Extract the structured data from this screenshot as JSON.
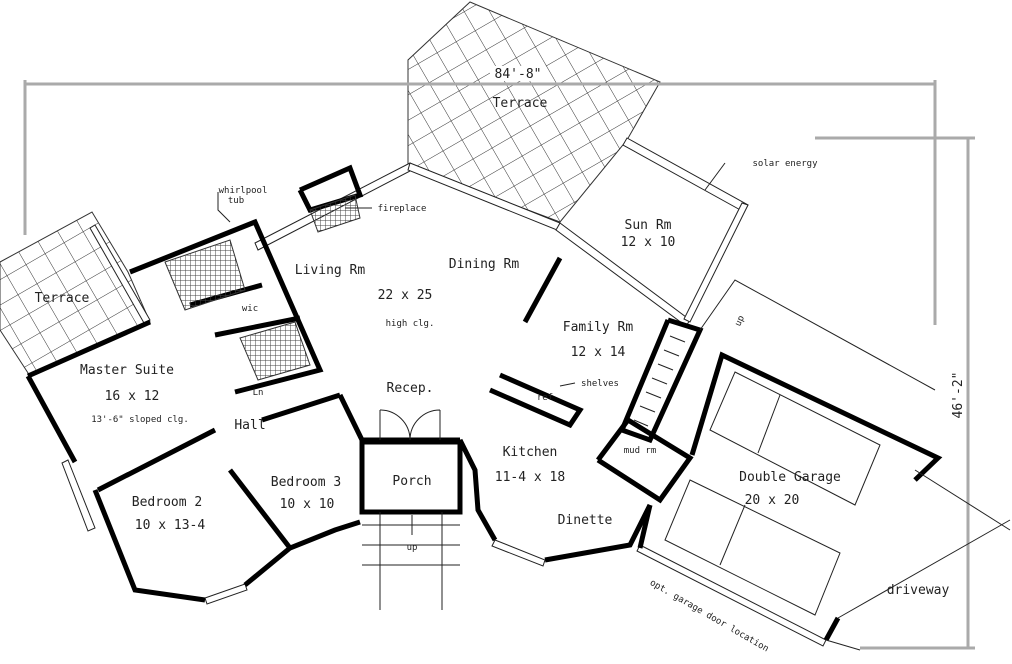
{
  "plan": {
    "dimensions": {
      "width": "84'-8\"",
      "depth": "46'-2\""
    },
    "rooms": {
      "terrace_top": "Terrace",
      "terrace_left": "Terrace",
      "living": {
        "name": "Living Rm",
        "size": "22 x 25",
        "note": "high clg."
      },
      "dining": {
        "name": "Dining Rm"
      },
      "sun": {
        "name": "Sun Rm",
        "size": "12 x 10"
      },
      "family": {
        "name": "Family Rm",
        "size": "12 x 14"
      },
      "master": {
        "name": "Master Suite",
        "size": "16 x 12",
        "note": "13'-6\" sloped clg."
      },
      "hall": "Hall",
      "recep": "Recep.",
      "bedroom3": {
        "name": "Bedroom 3",
        "size": "10 x 10"
      },
      "bedroom2": {
        "name": "Bedroom 2",
        "size": "10 x 13-4"
      },
      "porch": "Porch",
      "kitchen": {
        "name": "Kitchen",
        "size": "11-4 x 18"
      },
      "dinette": "Dinette",
      "garage": {
        "name": "Double Garage",
        "size": "20 x 20"
      },
      "driveway": "driveway",
      "wic": "wic",
      "linen": "Ln",
      "mud": "mud rm"
    },
    "annotations": {
      "whirlpool_line1": "whirlpool",
      "whirlpool_line2": "tub",
      "fireplace": "fireplace",
      "solar": "solar energy",
      "shelves": "shelves",
      "ref": "ref",
      "up_porch": "up",
      "up_stairs": "up",
      "garage_door": "opt. garage door location"
    }
  }
}
